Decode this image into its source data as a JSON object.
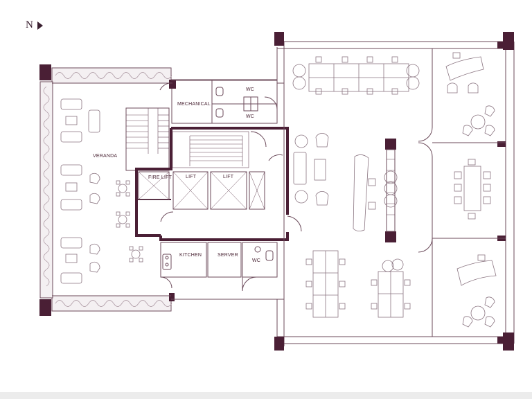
{
  "compass": {
    "label": "N",
    "icon": "north-arrow-icon"
  },
  "rooms": {
    "veranda": "VERANDA",
    "mechanical": "MECHANICAL",
    "wc_top_1": "WC",
    "wc_top_2": "WC",
    "fire_lift": "FIRE LIFT",
    "lift_1": "LIFT",
    "lift_2": "LIFT",
    "kitchen": "KITCHEN",
    "server": "SERVER",
    "wc_bottom": "WC"
  },
  "colors": {
    "wall": "#4a1f35",
    "line": "#6b4a5a",
    "furniture": "#8a7480",
    "planter": "#b7aab0"
  }
}
